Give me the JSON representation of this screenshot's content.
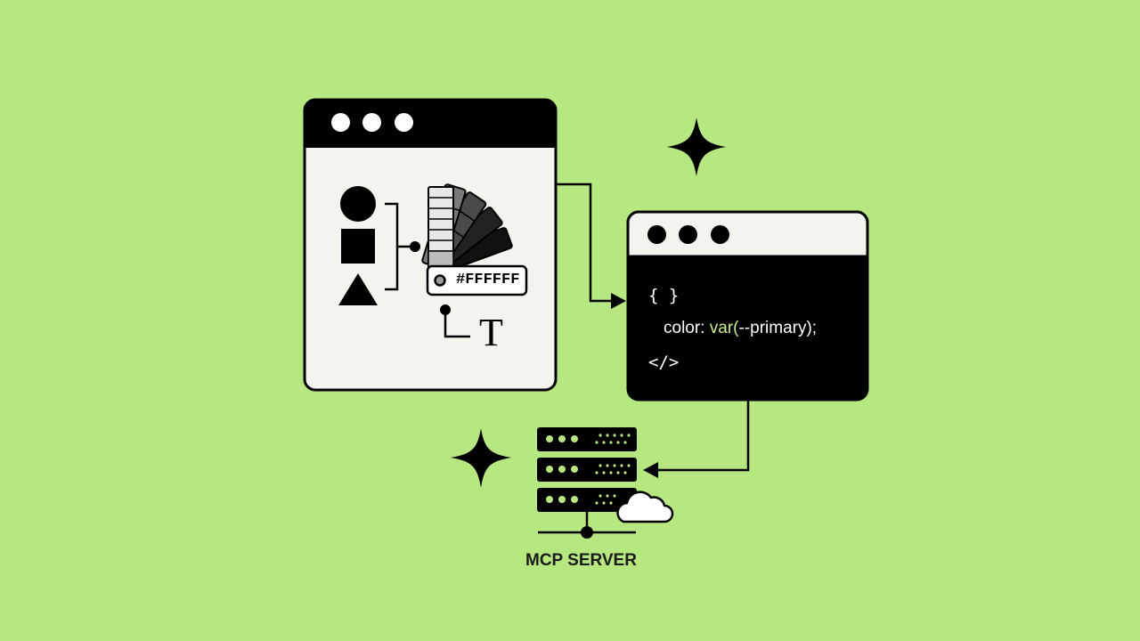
{
  "colors": {
    "background": "#b7e781",
    "stroke": "#000000",
    "panel_light": "#f4f4ef",
    "panel_dark": "#000000",
    "code_accent": "#c6ee90",
    "swatch_light": "#ffffff",
    "swatch_mid": "#9a9a9a",
    "swatch_dark": "#222222"
  },
  "design_window": {
    "swatch_hex": "#FFFFFF",
    "type_glyph": "T",
    "icons": [
      "window-dots-icon",
      "circle-shape-icon",
      "square-shape-icon",
      "triangle-shape-icon",
      "color-fan-icon",
      "type-icon"
    ]
  },
  "code_window": {
    "line1": "{ }",
    "line2_prefix": "color: ",
    "line2_func": "var(",
    "line2_arg": "--primary",
    "line2_suffix": ");",
    "line3": "</>"
  },
  "server": {
    "label": "MCP SERVER",
    "icons": [
      "server-rack-icon",
      "cloud-icon"
    ]
  },
  "decorations": [
    "sparkle-icon",
    "sparkle-icon"
  ]
}
